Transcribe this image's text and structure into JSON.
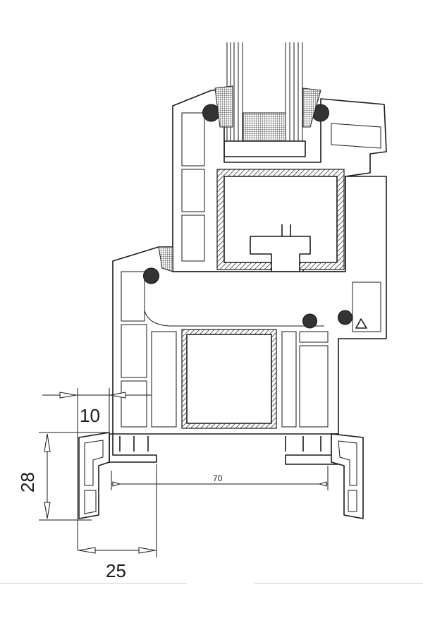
{
  "dimensions": {
    "overlap": "10",
    "sill_height": "28",
    "sill_width": "25",
    "frame_depth": "70"
  },
  "colors": {
    "line": "#1a1a1a",
    "background": "#ffffff"
  }
}
